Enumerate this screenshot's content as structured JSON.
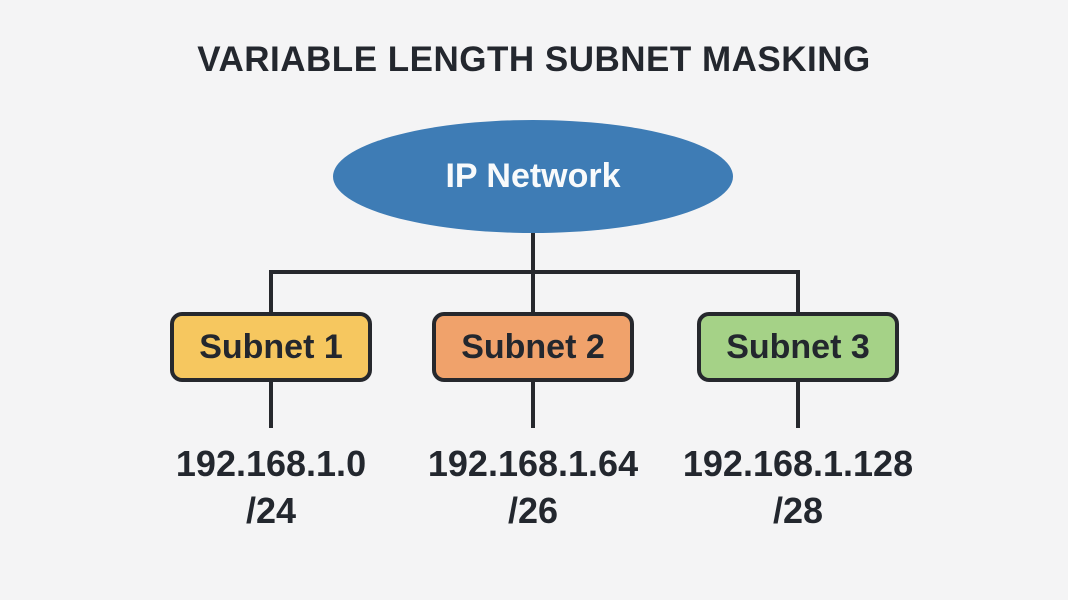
{
  "title": "VARIABLE LENGTH SUBNET MASKING",
  "root_node": {
    "label": "IP Network"
  },
  "subnets": [
    {
      "label": "Subnet 1",
      "address": "192.168.1.0",
      "prefix": "/24"
    },
    {
      "label": "Subnet 2",
      "address": "192.168.1.64",
      "prefix": "/26"
    },
    {
      "label": "Subnet 3",
      "address": "192.168.1.128",
      "prefix": "/28"
    }
  ],
  "colors": {
    "background": "#f4f4f5",
    "ink": "#23272e",
    "line": "#26282d",
    "root-fill": "#3e7cb5",
    "root-text": "#f8fafb",
    "subnet1-fill": "#f6c75f",
    "subnet2-fill": "#f0a26b",
    "subnet3-fill": "#a5d287"
  }
}
